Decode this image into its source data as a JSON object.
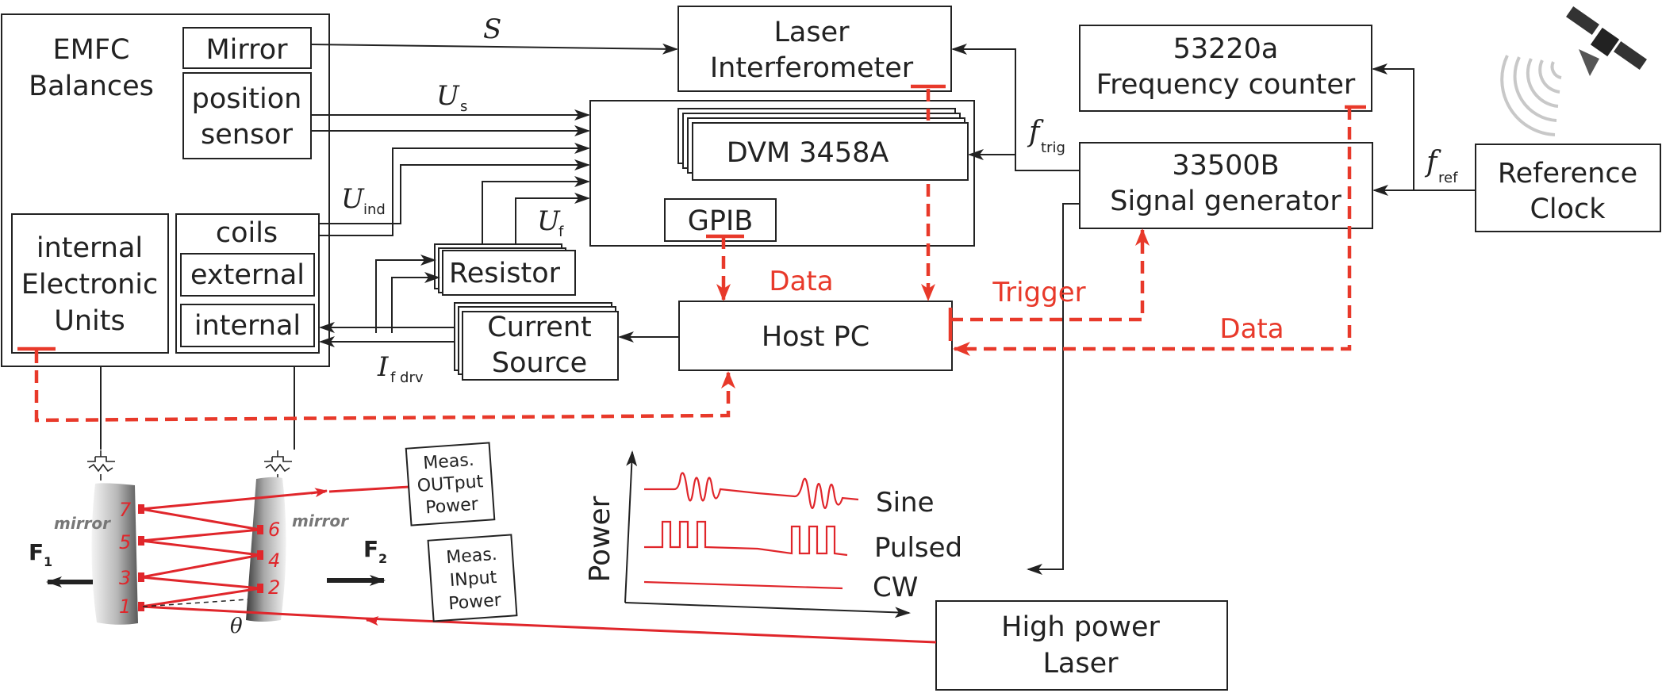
{
  "emfc": {
    "line1": "EMFC",
    "line2": "Balances"
  },
  "mirror_box": "Mirror",
  "position_sensor": {
    "line1": "position",
    "line2": "sensor"
  },
  "internal_electronic": {
    "line1": "internal",
    "line2": "Electronic",
    "line3": "Units"
  },
  "coils": {
    "title": "coils",
    "external": "external",
    "internal": "internal"
  },
  "laser_interferometer": {
    "line1": "Laser",
    "line2": "Interferometer"
  },
  "dvm": "DVM 3458A",
  "gpib": "GPIB",
  "resistor": "Resistor",
  "current_source": {
    "line1": "Current",
    "line2": "Source"
  },
  "host_pc": "Host PC",
  "freq_counter": {
    "line1": "53220a",
    "line2": "Frequency counter"
  },
  "signal_gen": {
    "line1": "33500B",
    "line2": "Signal generator"
  },
  "ref_clock": {
    "line1": "Reference",
    "line2": "Clock"
  },
  "high_power_laser": {
    "line1": "High power",
    "line2": "Laser"
  },
  "meas_out": {
    "line1": "Meas.",
    "line2": "OUTput",
    "line3": "Power"
  },
  "meas_in": {
    "line1": "Meas.",
    "line2": "INput",
    "line3": "Power"
  },
  "signals": {
    "S": "S",
    "Us_main": "U",
    "Us_sub": "s",
    "Uind_main": "U",
    "Uind_sub": "ind",
    "Uf_main": "U",
    "Uf_sub": "f",
    "If_main": "I",
    "If_sub": "f drv",
    "ftrig_main": "f",
    "ftrig_sub": "trig",
    "fref_main": "f",
    "fref_sub": "ref",
    "theta": "θ"
  },
  "red_labels": {
    "data1": "Data",
    "trigger": "Trigger",
    "data2": "Data"
  },
  "mirror_labels": {
    "left": "mirror",
    "right": "mirror"
  },
  "forces": {
    "F1_main": "F",
    "F1_sub": "1",
    "F2_main": "F",
    "F2_sub": "2"
  },
  "spots": {
    "s7": "7",
    "s5": "5",
    "s3": "3",
    "s1": "1",
    "s6": "6",
    "s4": "4",
    "s2": "2"
  },
  "power_plot": {
    "ylabel": "Power",
    "sine": "Sine",
    "pulsed": "Pulsed",
    "cw": "CW"
  },
  "colors": {
    "signal_red": "#e8392a",
    "beam_red": "#e0262b",
    "line": "#222222"
  }
}
